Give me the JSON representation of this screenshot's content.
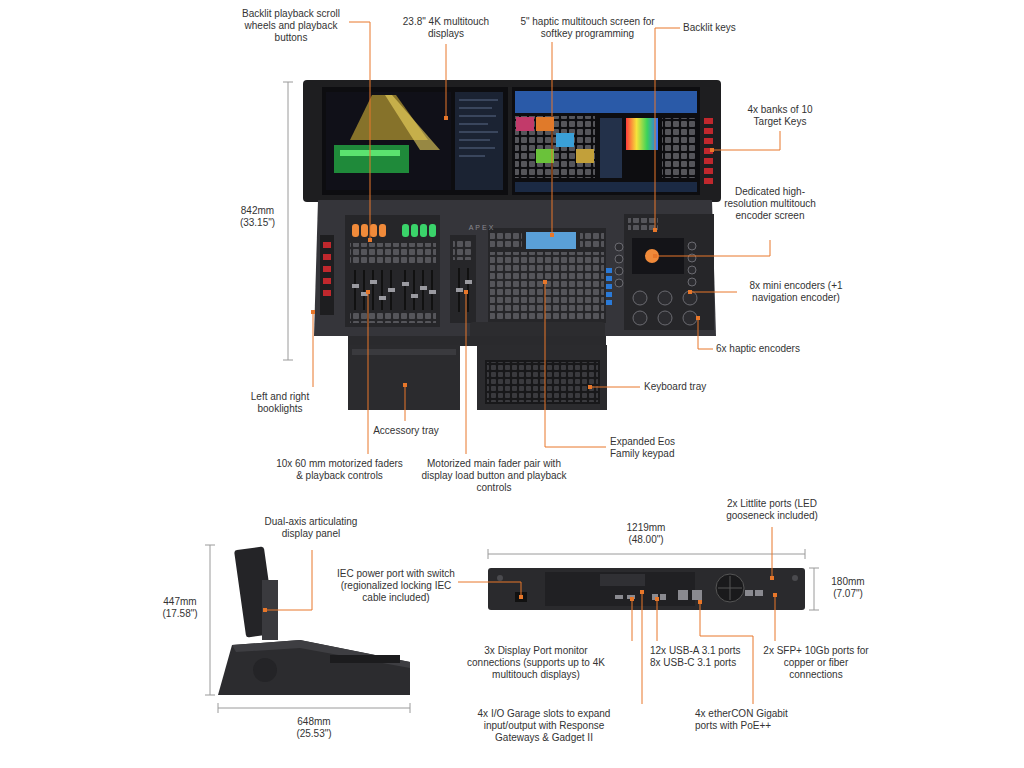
{
  "diagram": {
    "labels": [
      "Backlit playback scroll wheels and playback buttons",
      "23.8\" 4K multitouch displays",
      "5\" haptic multitouch screen for softkey programming",
      "Backlit keys",
      "4x banks of 10 Target Keys",
      "Dedicated high-resolution multitouch encoder screen",
      "8x mini encoders (+1 navigation encoder)",
      "6x haptic encoders",
      "842mm (33.15\")",
      "APEX",
      "Left and right booklights",
      "Keyboard tray",
      "Accessory tray",
      "Expanded Eos Family keypad",
      "10x 60 mm motorized faders & playback controls",
      "Motorized main fader pair with display load button and playback controls",
      "Dual-axis articulating display panel",
      "447mm (17.58\")",
      "648mm (25.53\")",
      "1219mm (48.00\")",
      "2x Littlite ports (LED gooseneck included)",
      "180mm (7.07\")",
      "IEC power port with switch (regionalized locking IEC cable included)",
      "3x Display Port monitor connections (supports up to 4K multitouch displays)",
      "12x USB-A 3.1 ports 8x USB-C 3.1 ports",
      "2x SFP+ 10Gb ports for copper or fiber connections",
      "4x I/O Garage slots to expand input/output with Response Gateways & Gadget II",
      "4x etherCON Gigabit ports with PoE++"
    ]
  }
}
